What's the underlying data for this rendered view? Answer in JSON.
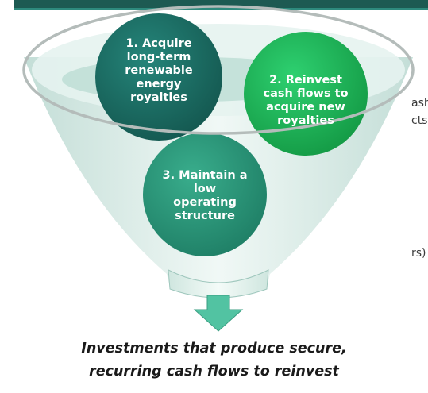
{
  "side_fragments": [
    "ash",
    "cts",
    "rs)"
  ],
  "circles": [
    {
      "label": "1. Acquire long-term renewable energy royalties",
      "lines": [
        "1. Acquire",
        "long-term",
        "renewable",
        "energy",
        "royalties"
      ]
    },
    {
      "label": "2. Reinvest cash flows to acquire new royalties",
      "lines": [
        "2. Reinvest",
        "cash flows to",
        "acquire new",
        "royalties"
      ]
    },
    {
      "label": "3. Maintain a low operating structure",
      "lines": [
        "3. Maintain a",
        "low",
        "operating",
        "structure"
      ]
    }
  ],
  "caption": {
    "line1": "Investments that produce secure,",
    "line2": "recurring cash flows to reinvest"
  },
  "colors": {
    "header": "#1d5a52",
    "circle1": "#1a6e66",
    "circle2": "#1db954",
    "circle3": "#2a9a7c",
    "funnel": "#d9ece6",
    "arrow": "#4fbf9f"
  }
}
